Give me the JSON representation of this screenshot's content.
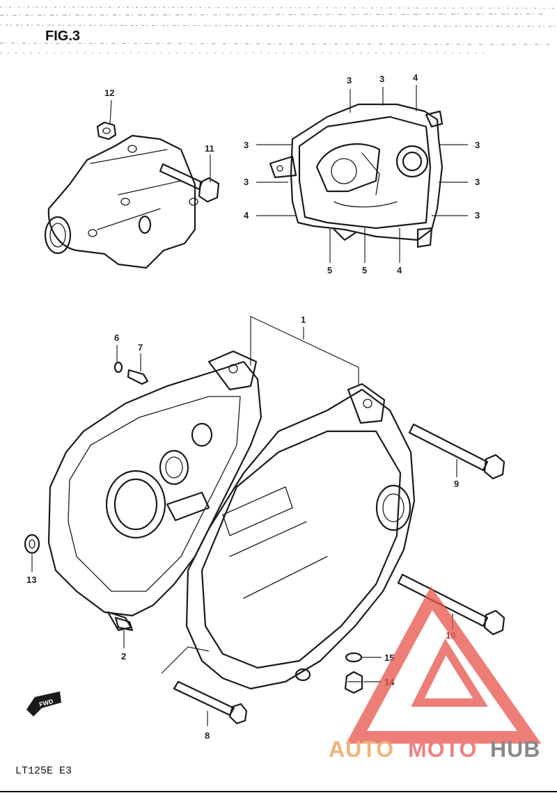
{
  "figure": {
    "title": "FIG.3",
    "model_code": "LT125E  E3"
  },
  "callouts": {
    "c1": "1",
    "c2": "2",
    "c3_a": "3",
    "c3_b": "3",
    "c3_c": "3",
    "c3_d": "3",
    "c3_e": "3",
    "c3_f": "3",
    "c3_g": "3",
    "c4_a": "4",
    "c4_b": "4",
    "c4_c": "4",
    "c5_a": "5",
    "c5_b": "5",
    "c6": "6",
    "c7": "7",
    "c8": "8",
    "c9": "9",
    "c10": "10",
    "c11": "11",
    "c12": "12",
    "c13": "13",
    "c14": "14",
    "c15": "15"
  },
  "fwd_arrow": {
    "label": "FWD"
  },
  "watermark": {
    "auto": "AUTO",
    "moto": "MOTO",
    "hub": "HUB",
    "colors": {
      "logo": "#e8544a",
      "auto": "#f0b27a",
      "moto": "#f08080",
      "hub": "#8a8a8a"
    }
  }
}
